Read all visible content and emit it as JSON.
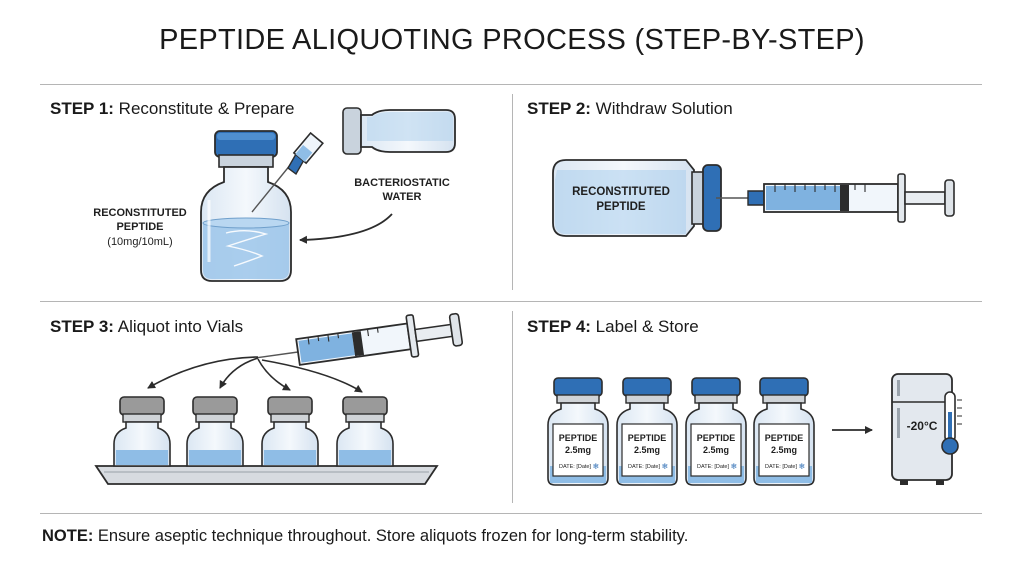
{
  "title": "PEPTIDE ALIQUOTING PROCESS (STEP-BY-STEP)",
  "steps": [
    {
      "number": "STEP 1:",
      "label": "Reconstitute & Prepare"
    },
    {
      "number": "STEP 2:",
      "label": "Withdraw Solution"
    },
    {
      "number": "STEP 3:",
      "label": "Aliquot into Vials"
    },
    {
      "number": "STEP 4:",
      "label": "Label & Store"
    }
  ],
  "step1": {
    "vial_label_line1": "RECONSTITUTED",
    "vial_label_line2": "PEPTIDE",
    "vial_label_line3": "(10mg/10mL)",
    "water_label_line1": "BACTERIOSTATIC",
    "water_label_line2": "WATER"
  },
  "step2": {
    "vial_label_line1": "RECONSTITUTED",
    "vial_label_line2": "PEPTIDE"
  },
  "step4": {
    "vials": [
      {
        "name": "PEPTIDE",
        "amount": "2.5mg",
        "date": "DATE: [Date]"
      },
      {
        "name": "PEPTIDE",
        "amount": "2.5mg",
        "date": "DATE: [Date]"
      },
      {
        "name": "PEPTIDE",
        "amount": "2.5mg",
        "date": "DATE: [Date]"
      },
      {
        "name": "PEPTIDE",
        "amount": "2.5mg",
        "date": "DATE: [Date]"
      }
    ],
    "freezer_temp": "-20°C"
  },
  "note": {
    "prefix": "NOTE:",
    "text": " Ensure aseptic technique throughout. Store aliquots frozen for long-term stability."
  },
  "colors": {
    "vial_cap": "#2f6fb5",
    "liquid": "#8fbde6",
    "glass": "#e9f1f9",
    "outline": "#2c2c2c",
    "grey_cap": "#9a9a9a"
  }
}
